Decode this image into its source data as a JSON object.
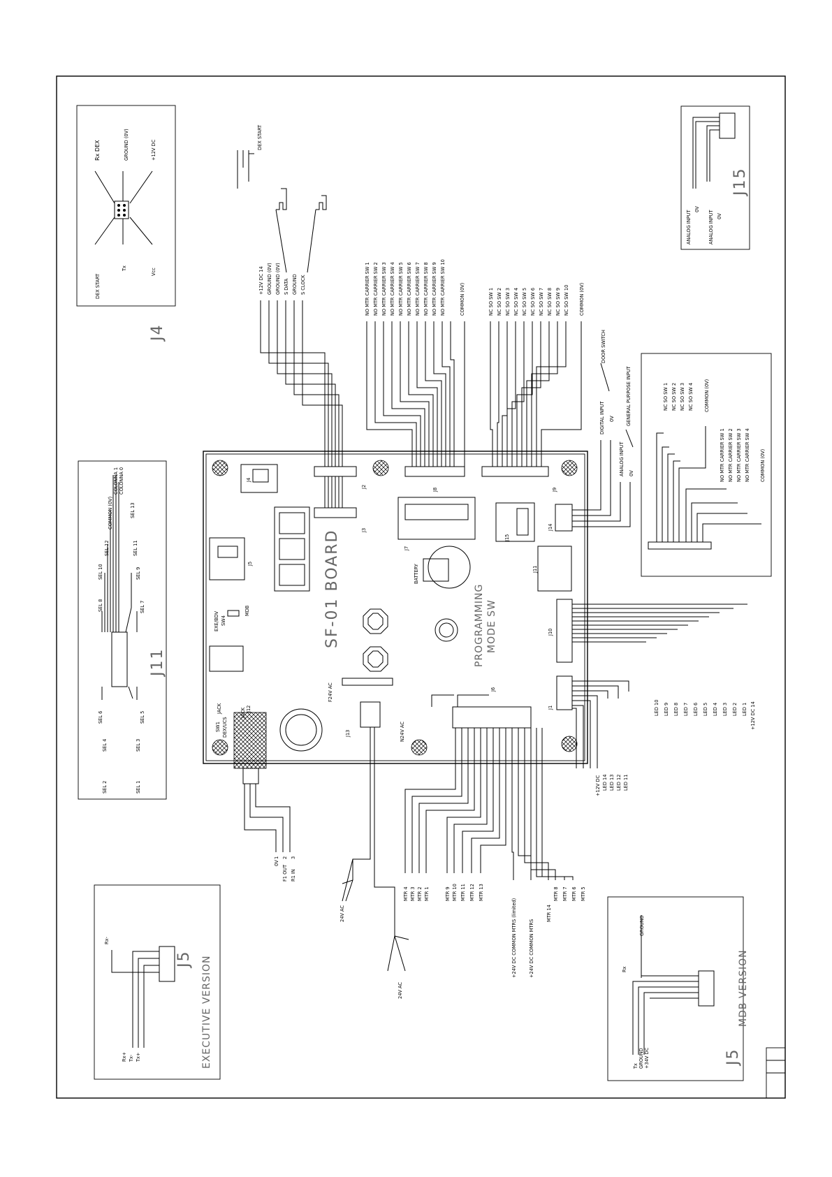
{
  "board": {
    "title": "SF-01 BOARD",
    "prog1": "PROGRAMMING",
    "prog2": "MODE SW",
    "battery": "BATTERY",
    "exe": "EXE/BDV",
    "sw4": "SW4",
    "mdb": "MDB",
    "sw1": "SW1",
    "dexucs": "DEX/UCS",
    "jack": "JACK",
    "jack2": "JACK",
    "f24": "F24V AC",
    "n24": "N24V AC"
  },
  "connectors": {
    "j2": "J2",
    "j3": "J3",
    "j4": "J4",
    "j5": "J5",
    "j7": "J7",
    "j8": "J8",
    "j9": "J9",
    "j10": "J10",
    "j11": "J11",
    "j12": "J12",
    "j13": "J13",
    "j14": "J14",
    "j15": "J15",
    "j1": "J1",
    "j6": "J6"
  },
  "panels": {
    "j4": {
      "title": "J4",
      "labels": [
        "DEX START",
        "Tx",
        "Vcc",
        "Rx DEX",
        "GROUND (0V)",
        "+12V DC"
      ]
    },
    "j11": {
      "title": "J11",
      "labels": [
        "SEL 2",
        "SEL 4",
        "SEL 6",
        "SEL 8",
        "SEL 10",
        "SEL 12",
        "COMMON (0V)",
        "COLONNA 1",
        "COLONNA 0",
        "SEL 1",
        "SEL 3",
        "SEL 5",
        "SEL 7",
        "SEL 9",
        "SEL 11",
        "SEL 13"
      ]
    },
    "exec": {
      "title": "J5",
      "subtitle": "EXECUTIVE VERSION",
      "labels": [
        "Rx+",
        "Tx-",
        "Tx+",
        "Rx-"
      ]
    },
    "j15": {
      "title": "J15",
      "labels": [
        "ANALOG INPUT",
        "0V",
        "ANALOG INPUT",
        "0V"
      ]
    },
    "j7": {
      "labels": [
        "NC SO SW 1",
        "NC SO SW 2",
        "NC SO SW 3",
        "NC SO SW 4",
        "COMMON (0V)",
        "NO MTR CARRIER SW 1",
        "NO MTR CARRIER SW 2",
        "NO MTR CARRIER SW 3",
        "NO MTR CARRIER SW 4",
        "COMMON (0V)"
      ]
    },
    "mdb": {
      "title": "J5",
      "subtitle": "MDB VERSION",
      "labels": [
        "Tx",
        "GROUND",
        "+34V DC",
        "Rx",
        "GROUND"
      ]
    }
  },
  "wires": {
    "dex_start": "DEX START",
    "j2": [
      "+12V DC 14",
      "GROUND (0V)",
      "GROUND (0V)",
      "S DATA",
      "GROUND",
      "S CLOCK"
    ],
    "j8": [
      "NO MTR CARRIER SW 1",
      "NO MTR CARRIER SW 2",
      "NO MTR CARRIER SW 3",
      "NO MTR CARRIER SW 4",
      "NO MTR CARRIER SW 5",
      "NO MTR CARRIER SW 6",
      "NO MTR CARRIER SW 7",
      "NO MTR CARRIER SW 8",
      "NO MTR CARRIER SW 9",
      "NO MTR CARRIER SW 10",
      "COMMON (0V)"
    ],
    "j9": [
      "NC SO SW 1",
      "NC SO SW 2",
      "NC SO SW 3",
      "NC SO SW 4",
      "NC SO SW 5",
      "NC SO SW 6",
      "NC SO SW 7",
      "NC SO SW 8",
      "NC SO SW 9",
      "NC SO SW 10",
      "COMMON (0V)"
    ],
    "j14": [
      "DIGITAL INPUT",
      "0V",
      "ANALOG INPUT",
      "0V"
    ],
    "j14_notes": [
      "DOOR SWITCH",
      "GENERAL PURPOSE INPUT"
    ],
    "j1": [
      "LED 10",
      "LED 9",
      "LED 8",
      "LED 7",
      "LED 6",
      "LED 5",
      "LED 4",
      "LED 3",
      "LED 2",
      "LED 1",
      "+12V DC 14"
    ],
    "j1b": [
      "+12V DC",
      "LED 14",
      "LED 13",
      "LED 12",
      "LED 11"
    ],
    "j12": [
      "0V",
      "F1 OUT",
      "R1 IN"
    ],
    "j12_pins": [
      "1",
      "2",
      "3"
    ],
    "ac": [
      "24V AC",
      "24V AC"
    ],
    "j6_left": [
      "MTR 4",
      "MTR 3",
      "MTR 2",
      "MTR 1",
      "MTR 9",
      "MTR 10",
      "MTR 11",
      "MTR 12",
      "MTR 13"
    ],
    "j6_common": [
      "+24V DC COMMON MTRS (limited)",
      "+24V DC COMMON MTRS"
    ],
    "j6_right": [
      "MTR 14",
      "MTR 8",
      "MTR 7",
      "MTR 6",
      "MTR 5"
    ]
  }
}
